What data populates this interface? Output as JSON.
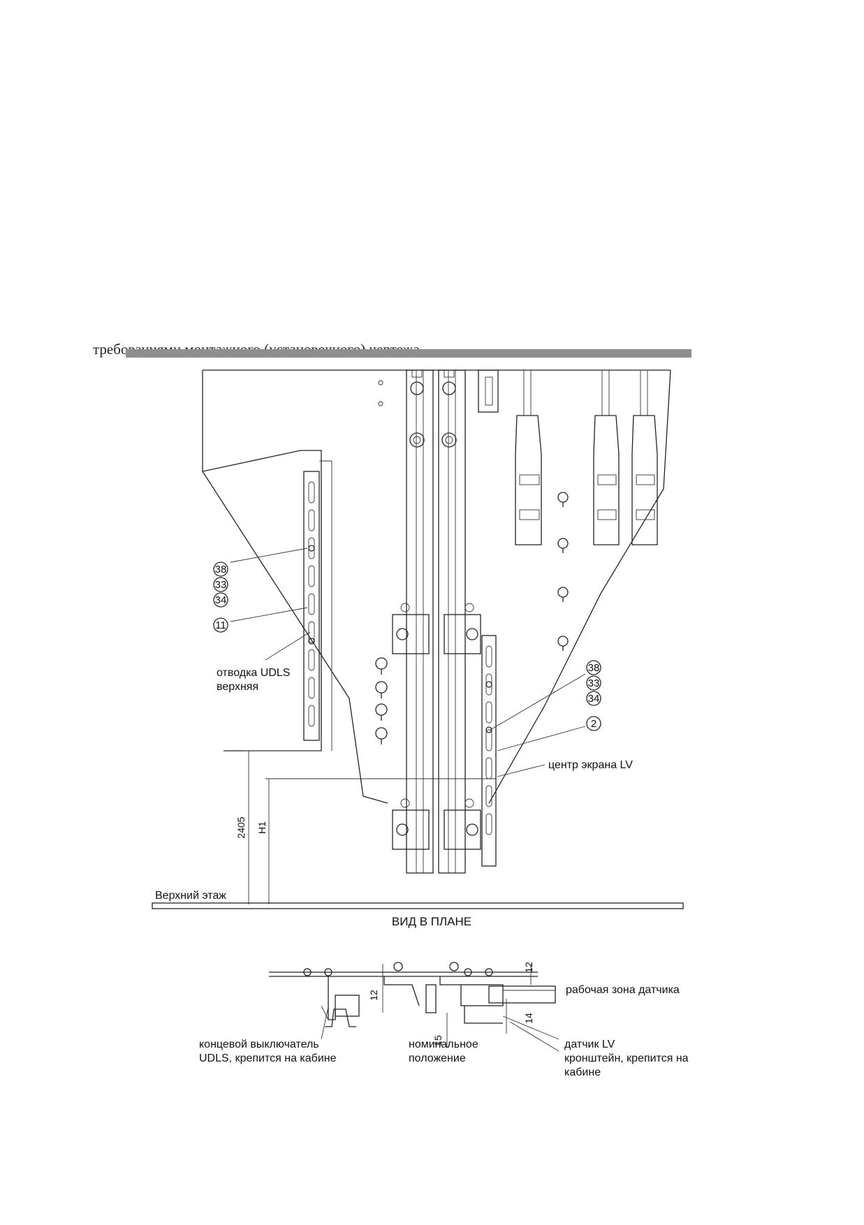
{
  "header": {
    "text": "требованиями монтажного (установочного) чертежа"
  },
  "labels": {
    "udls_top_line1": "отводка UDLS",
    "udls_top_line2": "верхняя",
    "screen_center": "центр экрана LV",
    "top_floor": "Верхний этаж",
    "plan_view": "ВИД В ПЛАНЕ",
    "sensor_zone": "рабочая зона датчика",
    "limit_switch_line1": "концевой выключатель",
    "limit_switch_line2": "UDLS, крепится на кабине",
    "nominal_line1": "номинальное",
    "nominal_line2": "положение",
    "sensor_line1": "датчик LV",
    "sensor_line2": "кронштейн, крепится на",
    "sensor_line3": "кабине"
  },
  "callouts_left": [
    "38",
    "33",
    "34",
    "11"
  ],
  "callouts_right": [
    "38",
    "33",
    "34",
    "2"
  ],
  "dimensions": {
    "height_total": "2405",
    "height_h1": "H1",
    "plan_12_a": "12",
    "plan_12_b": "12",
    "plan_15": "15",
    "plan_14": "14"
  }
}
